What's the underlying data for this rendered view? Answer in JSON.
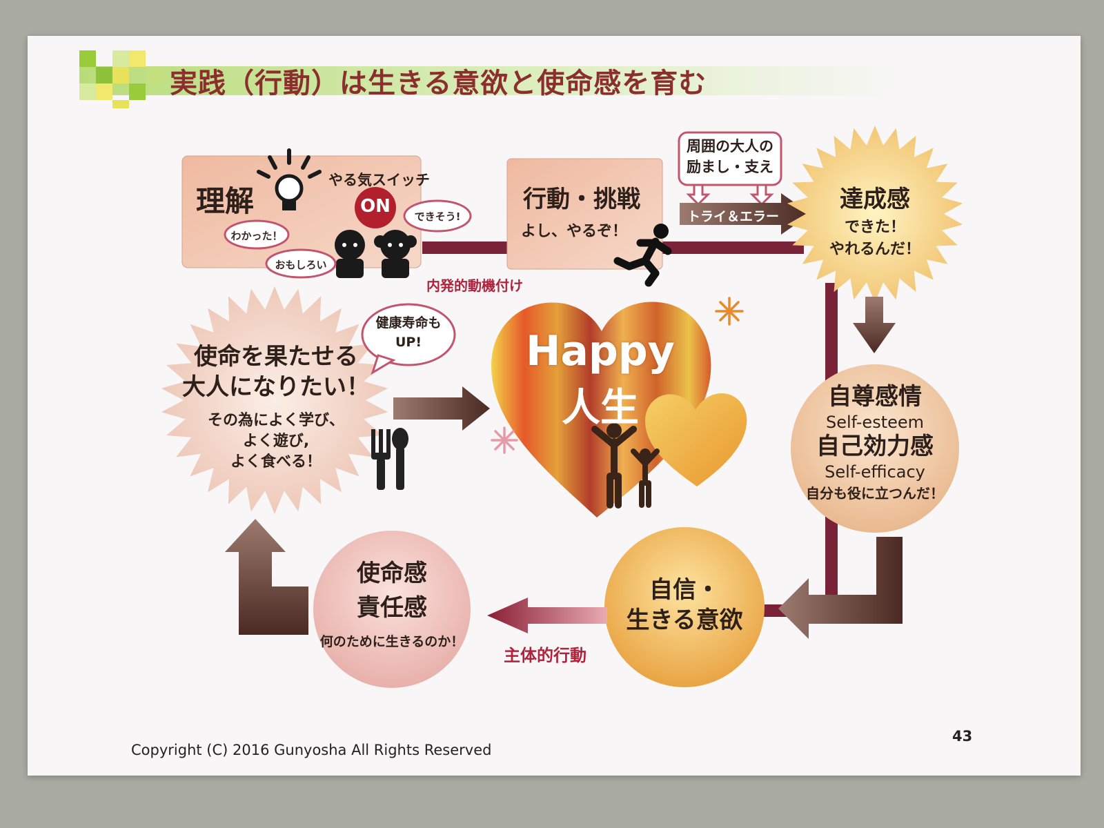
{
  "title": "実践（行動）は生きる意欲と使命感を育む",
  "understanding": {
    "title": "理解",
    "switch_label": "やる気スイッチ",
    "on_label": "ON",
    "bubble_wakatta": "わかった！",
    "bubble_omoshiroi": "おもしろい",
    "bubble_dekisou": "できそう!"
  },
  "intrinsic_motivation": "内発的動機付け",
  "action": {
    "title": "行動・挑戦",
    "subtitle": "よし、やるぞ！"
  },
  "support": {
    "line1": "周囲の大人の",
    "line2": "励まし・支え"
  },
  "try_error": "トライ＆エラー",
  "achievement": {
    "title": "達成感",
    "line1": "できた！",
    "line2": "やれるんだ！"
  },
  "self_esteem": {
    "title1": "自尊感情",
    "en1": "Self-esteem",
    "title2": "自己効力感",
    "en2": "Self-efficacy",
    "note": "自分も役に立つんだ！"
  },
  "confidence": {
    "line1": "自信・",
    "line2": "生きる意欲"
  },
  "proactive_action": "主体的行動",
  "mission": {
    "line1": "使命感",
    "line2": "責任感",
    "note": "何のために生きるのか！"
  },
  "goal": {
    "line1": "使命を果たせる",
    "line2": "大人になりたい！",
    "line3": "その為によく学び、",
    "line4": "よく遊び,",
    "line5": "よく食べる！"
  },
  "health_bubble": {
    "line1": "健康寿命も",
    "line2": "UP!"
  },
  "heart": {
    "line1": "Happy",
    "line2": "人生"
  },
  "copyright": "Copyright (C) 2016 Gunyosha   All Rights Reserved",
  "page_number": "43",
  "colors": {
    "title_red": "#8b2e2e",
    "flow_maroon": "#7a2238",
    "label_red": "#b0233d",
    "title_band_green": "#b9dc7a",
    "heart_orange": "#e88a2a"
  }
}
